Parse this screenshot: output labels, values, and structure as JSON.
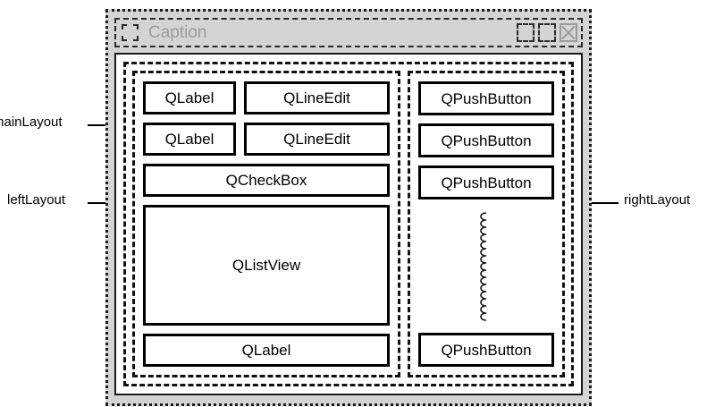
{
  "annotations": [
    {
      "id": "mainLayout",
      "label": "mainLayout",
      "arrow": "right"
    },
    {
      "id": "leftLayout",
      "label": "leftLayout",
      "arrow": "right"
    },
    {
      "id": "rightLayout",
      "label": "rightLayout",
      "arrow": "left"
    }
  ],
  "window": {
    "titlebar": {
      "caption": "Caption",
      "system_menu_icon": "system-menu-icon",
      "buttons": [
        {
          "name": "minimize",
          "glyph": ""
        },
        {
          "name": "maximize",
          "glyph": ""
        },
        {
          "name": "close",
          "glyph": "×"
        }
      ]
    },
    "left_layout": {
      "name": "leftLayout",
      "rows": [
        {
          "type": "pair",
          "label": "QLabel",
          "field": "QLineEdit"
        },
        {
          "type": "pair",
          "label": "QLabel",
          "field": "QLineEdit"
        },
        {
          "type": "full",
          "label": "QCheckBox"
        },
        {
          "type": "list",
          "label": "QListView"
        },
        {
          "type": "full",
          "label": "QLabel"
        }
      ]
    },
    "right_layout": {
      "name": "rightLayout",
      "buttons_top": [
        "QPushButton",
        "QPushButton",
        "QPushButton"
      ],
      "spacer": "vertical-spring-spacer",
      "buttons_bottom": [
        "QPushButton"
      ]
    }
  },
  "colors": {
    "window_chrome": "#d4d4d4",
    "client_background": "#ffffff",
    "outline": "#000000",
    "caption_text": "#9b9b9b",
    "layout_dash": "#111111"
  }
}
